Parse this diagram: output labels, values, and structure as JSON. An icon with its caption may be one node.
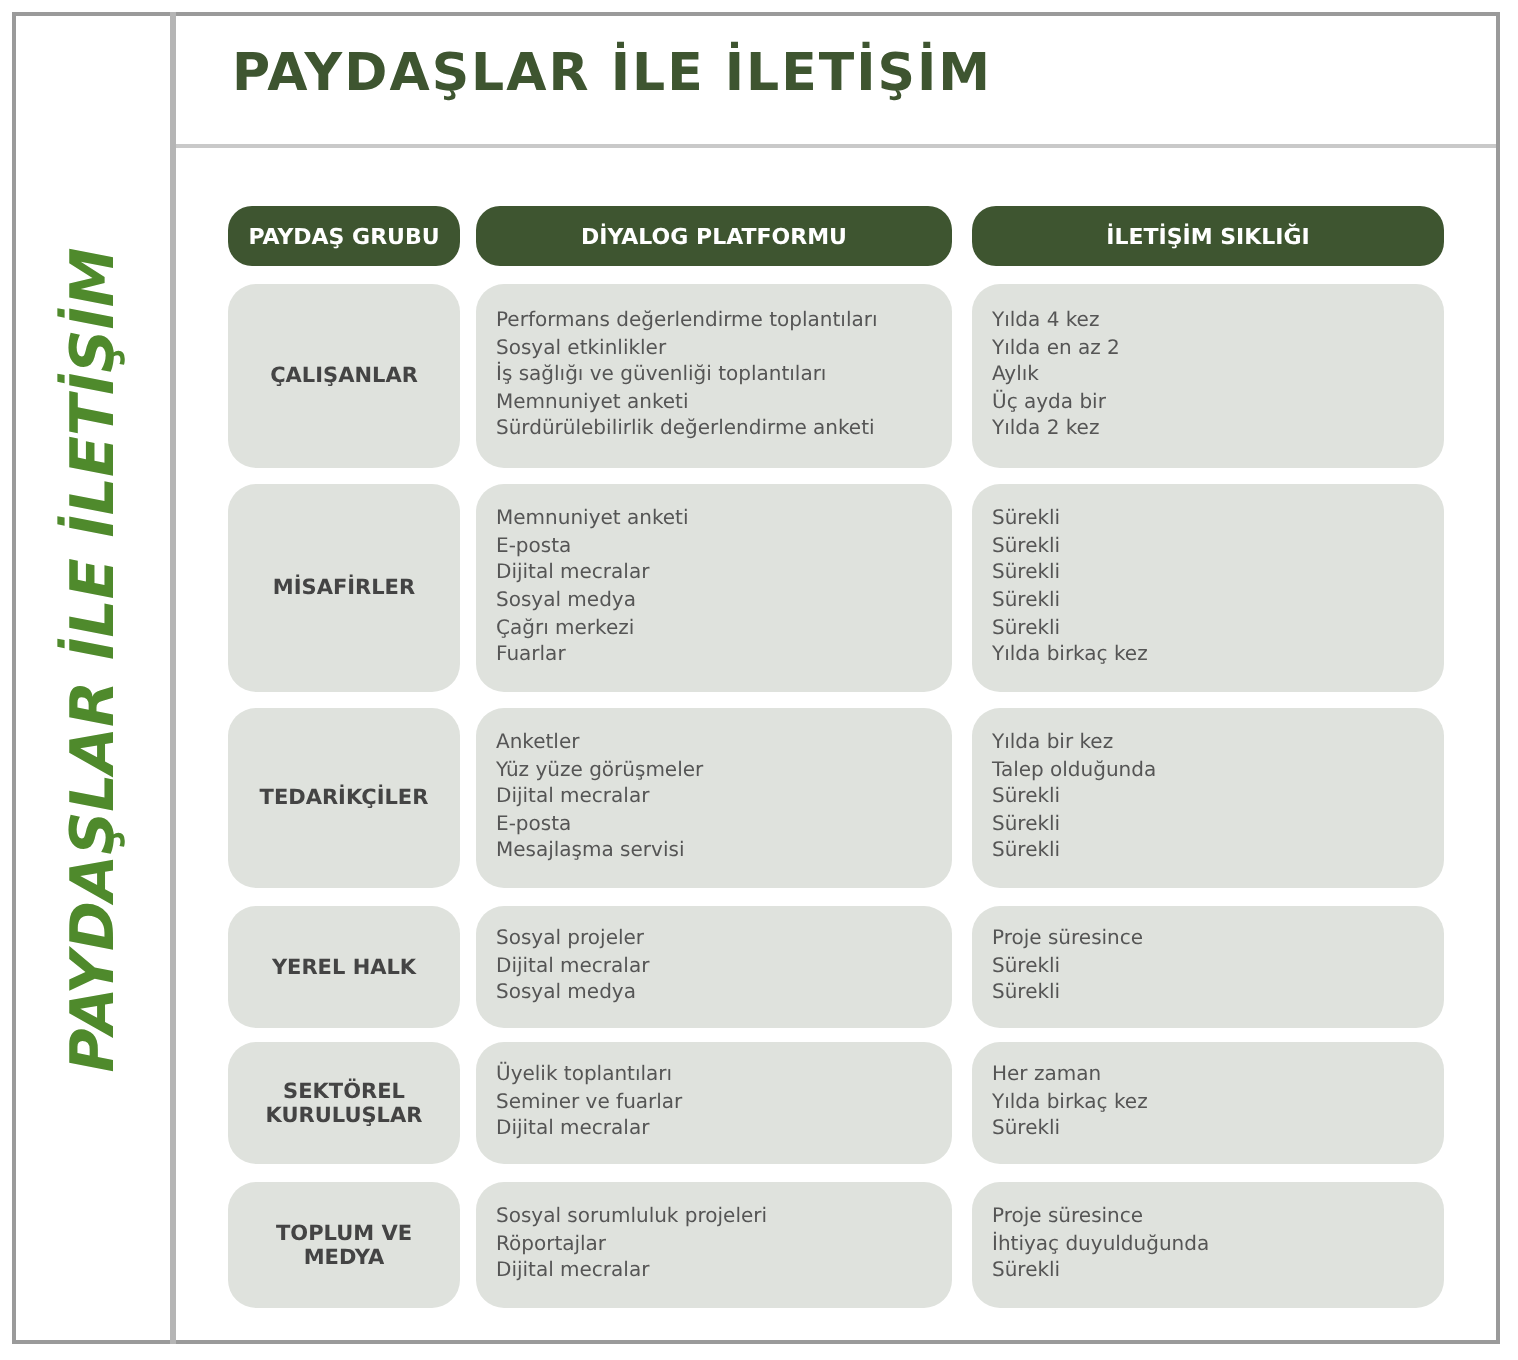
{
  "diagram": {
    "title": "PAYDAŞLAR İLE İLETİŞİM",
    "nodes": [
      {
        "text": [
          "PAYDAŞ GRUBU"
        ]
      },
      {
        "text": [
          "DİYALOG PLATFORMU"
        ]
      },
      {
        "text": [
          "İLETİŞİM SIKLIĞI"
        ]
      },
      {
        "text": [
          "ÇALIŞANLAR"
        ]
      },
      {
        "text": [
          "Performans değerlendirme toplantıları",
          "Sosyal etkinlikler",
          "İş sağlığı ve güvenliği toplantıları",
          "Memnuniyet anketi",
          "Sürdürülebilirlik değerlendirme anketi"
        ]
      },
      {
        "text": [
          "Yılda 4 kez",
          "Yılda en az 2",
          "Aylık",
          "Üç ayda bir",
          "Yılda 2 kez"
        ]
      },
      {
        "text": [
          "MİSAFİRLER"
        ]
      },
      {
        "text": [
          "Memnuniyet anketi",
          "E-posta",
          "Dijital mecralar",
          "Sosyal medya",
          "Çağrı merkezi",
          "Fuarlar"
        ]
      },
      {
        "text": [
          "Sürekli",
          "Sürekli",
          "Sürekli",
          "Sürekli",
          "Sürekli",
          "Yılda birkaç kez"
        ]
      },
      {
        "text": [
          "TEDARİKÇİLER"
        ]
      },
      {
        "text": [
          "Anketler",
          "Yüz yüze görüşmeler",
          "Dijital mecralar",
          "E-posta",
          "Mesajlaşma servisi"
        ]
      },
      {
        "text": [
          "Yılda bir kez",
          "Talep olduğunda",
          "Sürekli",
          "Sürekli",
          "Sürekli"
        ]
      },
      {
        "text": [
          "YEREL HALK"
        ]
      },
      {
        "text": [
          "Sosyal projeler",
          "Dijital mecralar",
          "Sosyal medya"
        ]
      },
      {
        "text": [
          "Proje süresince",
          "Sürekli",
          "Sürekli"
        ]
      },
      {
        "text": [
          "SEKTÖREL KURULUŞLAR"
        ]
      },
      {
        "text": [
          "Üyelik toplantıları",
          "Seminer ve fuarlar",
          "Dijital mecralar"
        ]
      },
      {
        "text": [
          "Her zaman",
          "Yılda birkaç kez",
          "Sürekli"
        ]
      },
      {
        "text": [
          "TOPLUM VE MEDYA"
        ]
      },
      {
        "text": [
          "Sosyal sorumluluk projeleri",
          "Röportajlar",
          "Dijital mecralar"
        ]
      },
      {
        "text": [
          "Proje süresince",
          "İhtiyaç duyulduğunda",
          "Sürekli"
        ]
      }
    ],
    "labels": [
      "PAYDAŞLAR İLE İLETİŞİM"
    ]
  }
}
